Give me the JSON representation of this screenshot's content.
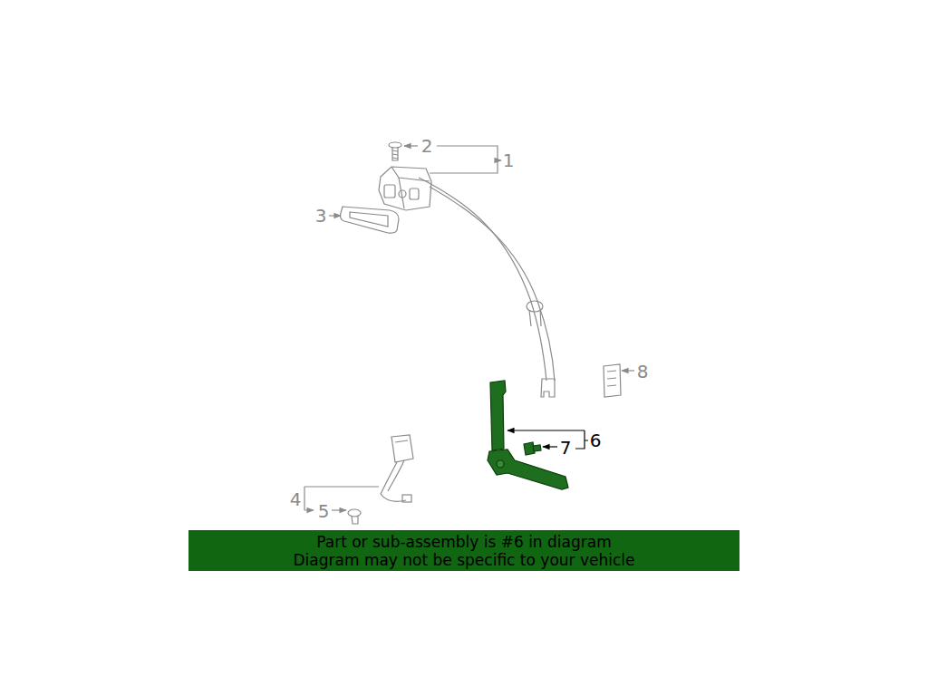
{
  "diagram": {
    "nodes": [
      {
        "text": [
          "Part or sub-assembly is #6 in diagram",
          "Diagram may not be specific to your vehicle"
        ]
      }
    ],
    "labels": [
      "2",
      "1",
      "3",
      "8",
      "6",
      "7",
      "4",
      "5"
    ]
  }
}
